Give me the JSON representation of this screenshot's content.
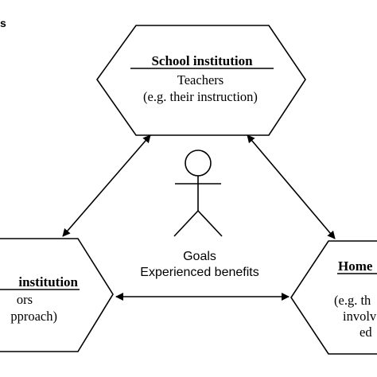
{
  "corner_fragment": "s",
  "school": {
    "title": "School institution",
    "line1": "Teachers",
    "line2": "(e.g. their instruction)"
  },
  "left": {
    "title": "institution",
    "line1": "ors",
    "line2": "pproach)"
  },
  "home": {
    "title": "Home",
    "line1": "(e.g. th",
    "line2": "involv",
    "line3": "ed"
  },
  "center": {
    "line1": "Goals",
    "line2": "Experienced benefits"
  }
}
